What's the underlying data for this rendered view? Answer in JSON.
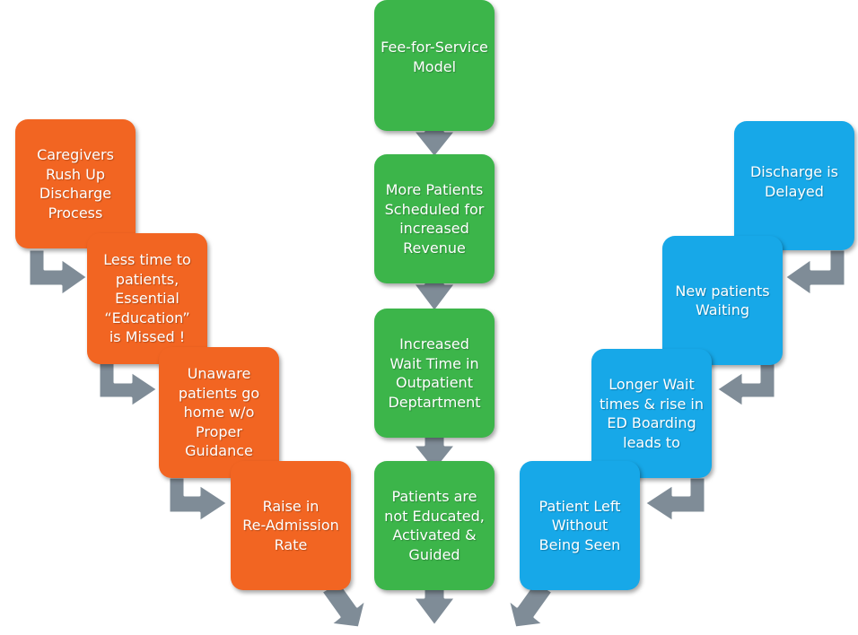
{
  "colors": {
    "green": "#3cb54a",
    "orange": "#f26522",
    "blue": "#17a8e8",
    "arrow_fill": "#7f8c97",
    "arrow_stroke": "#ffffff"
  },
  "center_column": {
    "steps": [
      {
        "label": "Fee-for-Service\nModel"
      },
      {
        "label": "More Patients\nScheduled for\nincreased\nRevenue"
      },
      {
        "label": "Increased\nWait Time in\nOutpatient\nDeptartment"
      },
      {
        "label": "Patients are\nnot Educated,\nActivated &\nGuided"
      }
    ]
  },
  "left_column": {
    "steps": [
      {
        "label": "Caregivers\nRush Up\nDischarge\nProcess"
      },
      {
        "label": "Less time to\npatients,\nEssential\n“Education”\nis Missed !"
      },
      {
        "label": "Unaware\npatients go\nhome w/o\nProper\nGuidance"
      },
      {
        "label": "Raise in\nRe-Admission\nRate"
      }
    ]
  },
  "right_column": {
    "steps": [
      {
        "label": "Discharge is\nDelayed"
      },
      {
        "label": "New patients\nWaiting"
      },
      {
        "label": "Longer Wait\ntimes & rise in\nED Boarding\nleads to"
      },
      {
        "label": "Patient Left\nWithout\nBeing Seen"
      }
    ]
  }
}
